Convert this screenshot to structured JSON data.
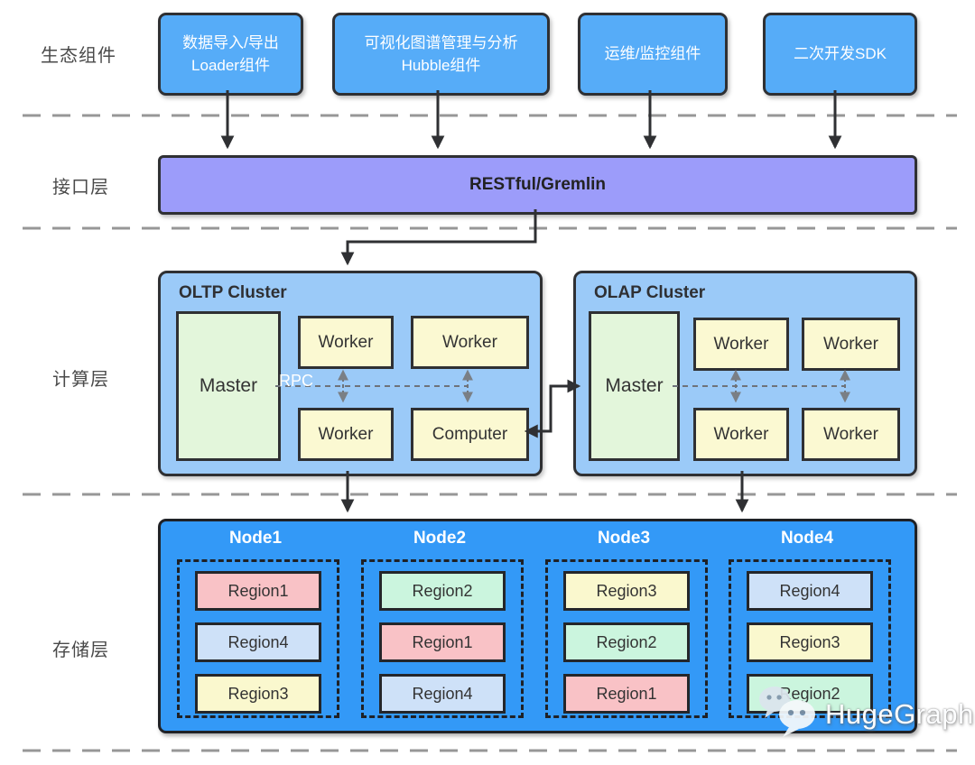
{
  "layer_labels": {
    "ecosystem": "生态组件",
    "interface": "接口层",
    "compute": "计算层",
    "storage": "存储层"
  },
  "ecosystem_boxes": [
    {
      "line1": "数据导入/导出",
      "line2": "Loader组件"
    },
    {
      "line1": "可视化图谱管理与分析",
      "line2": "Hubble组件"
    },
    {
      "line1": "运维/监控组件",
      "line2": ""
    },
    {
      "line1": "二次开发SDK",
      "line2": ""
    }
  ],
  "interface_layer": {
    "label": "RESTful/Gremlin"
  },
  "compute_layer": {
    "oltp": {
      "title": "OLTP Cluster",
      "master_label": "Master",
      "rpc_label": "RPC",
      "workers": [
        "Worker",
        "Worker",
        "Worker",
        "Computer"
      ]
    },
    "olap": {
      "title": "OLAP Cluster",
      "master_label": "Master",
      "workers": [
        "Worker",
        "Worker",
        "Worker",
        "Worker"
      ]
    }
  },
  "storage_layer": {
    "nodes": [
      {
        "name": "Node1",
        "regions": [
          {
            "label": "Region1",
            "color": "#f9c2c6"
          },
          {
            "label": "Region4",
            "color": "#cee1f8"
          },
          {
            "label": "Region3",
            "color": "#faf8ce"
          }
        ]
      },
      {
        "name": "Node2",
        "regions": [
          {
            "label": "Region2",
            "color": "#cbf5de"
          },
          {
            "label": "Region1",
            "color": "#f9c2c6"
          },
          {
            "label": "Region4",
            "color": "#cee1f8"
          }
        ]
      },
      {
        "name": "Node3",
        "regions": [
          {
            "label": "Region3",
            "color": "#faf8ce"
          },
          {
            "label": "Region2",
            "color": "#cbf5de"
          },
          {
            "label": "Region1",
            "color": "#f9c2c6"
          }
        ]
      },
      {
        "name": "Node4",
        "regions": [
          {
            "label": "Region4",
            "color": "#cee1f8"
          },
          {
            "label": "Region3",
            "color": "#faf8ce"
          },
          {
            "label": "Region2",
            "color": "#cbf5de"
          }
        ]
      }
    ]
  },
  "watermark": {
    "text": "HugeGraph",
    "icon": "chat-bubbles-icon"
  },
  "colors": {
    "ecosystem_box": "#56acf8",
    "interface_box": "#9c9cfa",
    "cluster_bg": "#9bcaf8",
    "master_bg": "#e3f6db",
    "worker_bg": "#fbf9d2",
    "storage_bg": "#3399f7",
    "region_red": "#f9c2c6",
    "region_green": "#cbf5de",
    "region_yellow": "#faf8ce",
    "region_blue": "#cee1f8",
    "outline": "#2f3033",
    "separator": "#979797",
    "rpc_line": "#6e737a"
  }
}
